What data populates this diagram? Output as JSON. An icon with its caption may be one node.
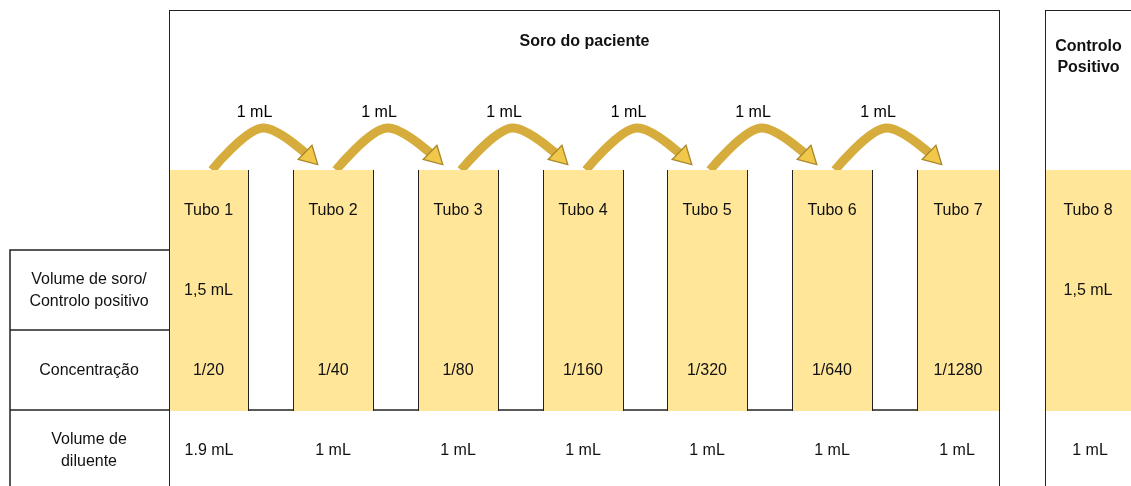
{
  "diagram": {
    "nodes": [
      {
        "text": [
          "Soro do paciente"
        ]
      },
      {
        "text": [
          "Tubo 1",
          "1,5 mL",
          "1/20"
        ],
        "in": 0
      },
      {
        "text": [
          "Tubo 2",
          "1/40"
        ],
        "in": 0
      },
      {
        "text": [
          "Tubo 3",
          "1/80"
        ],
        "in": 0
      },
      {
        "text": [
          "Tubo 4",
          "1/160"
        ],
        "in": 0
      },
      {
        "text": [
          "Tubo 5",
          "1/320"
        ],
        "in": 0
      },
      {
        "text": [
          "Tubo 6",
          "1/640"
        ],
        "in": 0
      },
      {
        "text": [
          "Tubo 7",
          "1/1280"
        ],
        "in": 0
      },
      {
        "text": [
          "Controlo Positivo"
        ]
      },
      {
        "text": [
          "Tubo 8",
          "1,5 mL"
        ],
        "in": 8
      }
    ],
    "edges": [
      {
        "from": 1,
        "to": 2,
        "arrow": "to",
        "label": "1 mL"
      },
      {
        "from": 2,
        "to": 3,
        "arrow": "to",
        "label": "1 mL"
      },
      {
        "from": 3,
        "to": 4,
        "arrow": "to",
        "label": "1 mL"
      },
      {
        "from": 4,
        "to": 5,
        "arrow": "to",
        "label": "1 mL"
      },
      {
        "from": 5,
        "to": 6,
        "arrow": "to",
        "label": "1 mL"
      },
      {
        "from": 6,
        "to": 7,
        "arrow": "to",
        "label": "1 mL"
      }
    ],
    "labels": [
      "Volume de soro/ Controlo positivo",
      "Concentração",
      "Volume de diluente",
      "1.9 mL",
      "1 mL",
      "1 mL",
      "1 mL",
      "1 mL",
      "1 mL",
      "1 mL",
      "1 mL"
    ]
  }
}
